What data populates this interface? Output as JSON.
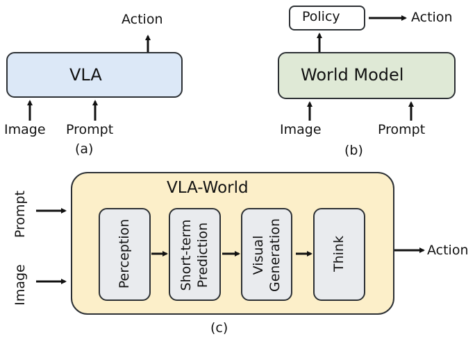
{
  "panel_a": {
    "caption": "(a)",
    "box_label": "VLA",
    "box_color": "#dce8f7",
    "output_label": "Action",
    "inputs": [
      "Image",
      "Prompt"
    ]
  },
  "panel_b": {
    "caption": "(b)",
    "box_label": "World Model",
    "box_color": "#dfe9d6",
    "policy_label": "Policy",
    "output_label": "Action",
    "inputs": [
      "Image",
      "Prompt"
    ]
  },
  "panel_c": {
    "caption": "(c)",
    "container_label": "VLA-World",
    "container_color": "#fcefc9",
    "stage_color": "#e9ebee",
    "inputs": [
      "Prompt",
      "Image"
    ],
    "stages": [
      "Perception",
      "Short-term\nPrediction",
      "Visual\nGeneration",
      "Think"
    ],
    "output_label": "Action"
  }
}
